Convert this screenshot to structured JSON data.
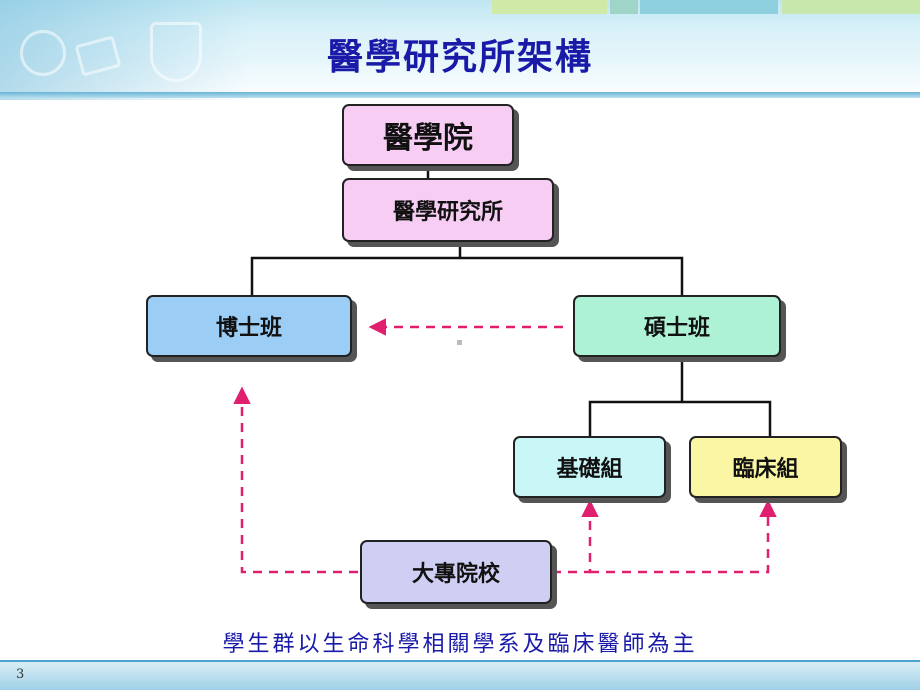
{
  "title": "醫學研究所架構",
  "nodes": {
    "college": "醫學院",
    "institute": "醫學研究所",
    "phd": "博士班",
    "master": "碩士班",
    "basic": "基礎組",
    "clinical": "臨床組",
    "university": "大專院校"
  },
  "note": "學生群以生命科學相關學系及臨床醫師為主",
  "page_number": "3",
  "colors": {
    "title": "#1a1aa8",
    "arrow": "#e0206e",
    "college_fill": "#f7cdf3",
    "phd_fill": "#9ccdf5",
    "master_fill": "#aef2d6",
    "basic_fill": "#c9f6f6",
    "clinical_fill": "#fbf6a4",
    "university_fill": "#cfcff4"
  }
}
